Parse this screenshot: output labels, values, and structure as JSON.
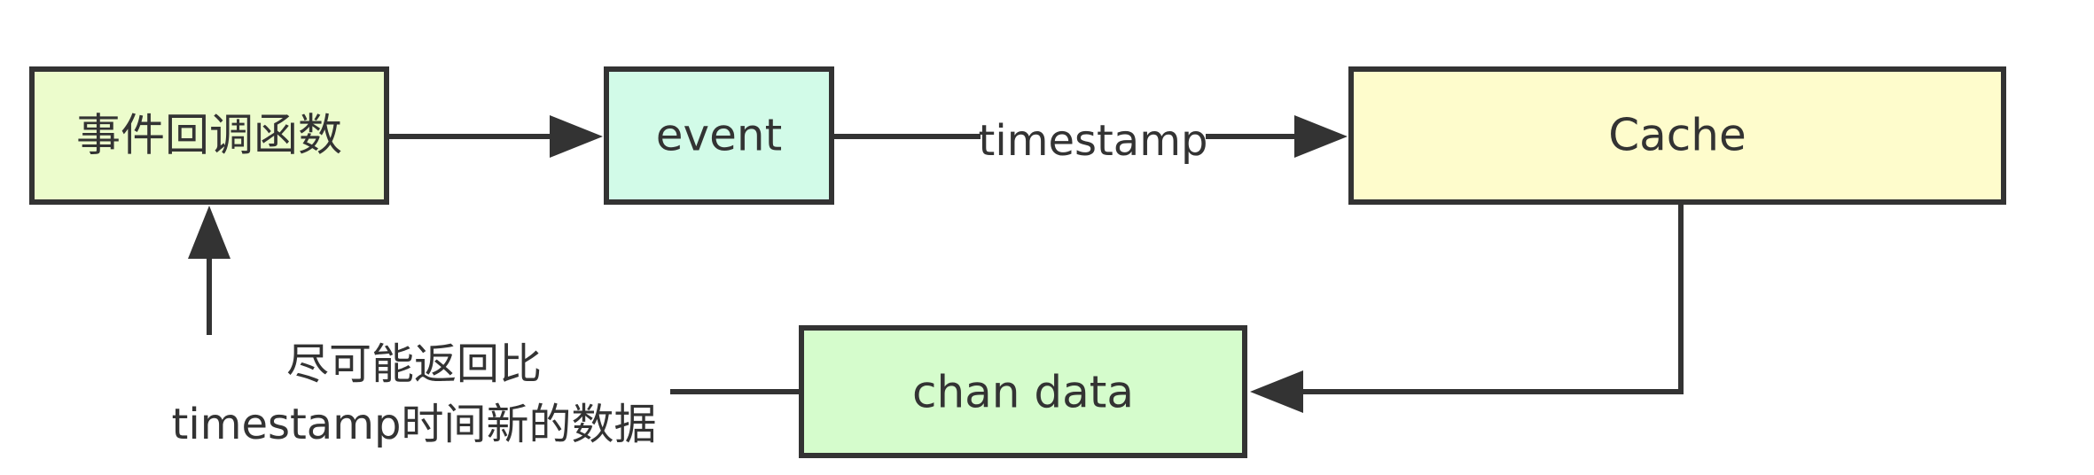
{
  "nodes": {
    "callback": {
      "label": "事件回调函数",
      "fill": "#ecfccc"
    },
    "event": {
      "label": "event",
      "fill": "#d2fbe8"
    },
    "cache": {
      "label": "Cache",
      "fill": "#fefccc"
    },
    "chan_data": {
      "label": "chan data",
      "fill": "#d5fccc"
    }
  },
  "edges": {
    "callback_to_event": {
      "label": ""
    },
    "event_to_cache": {
      "label": "timestamp"
    },
    "cache_to_chan": {
      "label": ""
    },
    "chan_to_callback": {
      "label_line1": "尽可能返回比",
      "label_line2": "timestamp时间新的数据"
    }
  },
  "colors": {
    "stroke": "#333333",
    "text": "#333333",
    "background": "#ffffff"
  }
}
